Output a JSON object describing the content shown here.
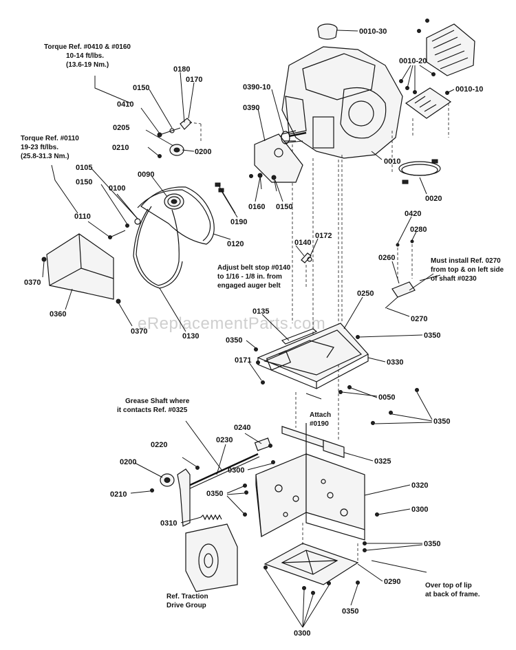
{
  "watermark": "eReplacementParts.com",
  "notes": {
    "torque_0410_line1": "Torque Ref. #0410 & #0160",
    "torque_0410_line2": "10-14 ft/lbs.",
    "torque_0410_line3": "(13.6-19 Nm.)",
    "torque_0110_line1": "Torque Ref. #0110",
    "torque_0110_line2": "19-23 ft/lbs.",
    "torque_0110_line3": "(25.8-31.3 Nm.)",
    "belt_stop_line1": "Adjust belt stop #0140",
    "belt_stop_line2": "to 1/16 - 1/8 in. from",
    "belt_stop_line3": "engaged auger belt",
    "must_install_line1": "Must install Ref. 0270",
    "must_install_line2": "from top & on left side",
    "must_install_line3": "of shaft #0230",
    "attach_line1": "Attach",
    "attach_line2": "#0190",
    "grease_line1": "Grease Shaft where",
    "grease_line2": "it contacts Ref. #0325",
    "traction_line1": "Ref. Traction",
    "traction_line2": "Drive Group",
    "over_lip_line1": "Over top of lip",
    "over_lip_line2": "at back of frame."
  },
  "labels": {
    "p0010_30": "0010-30",
    "p0010_20": "0010-20",
    "p0010_10": "0010-10",
    "p0010": "0010",
    "p0020": "0020",
    "p0410": "0410",
    "p0150a": "0150",
    "p0180": "0180",
    "p0170": "0170",
    "p0390_10": "0390-10",
    "p0390": "0390",
    "p0205": "0205",
    "p0210a": "0210",
    "p0200a": "0200",
    "p0105": "0105",
    "p0150b": "0150",
    "p0100": "0100",
    "p0090": "0090",
    "p0110": "0110",
    "p0160": "0160",
    "p0150c": "0150",
    "p0190": "0190",
    "p0120": "0120",
    "p0140": "0140",
    "p0172": "0172",
    "p0420": "0420",
    "p0280": "0280",
    "p0260": "0260",
    "p0370a": "0370",
    "p0360": "0360",
    "p0130": "0130",
    "p0370b": "0370",
    "p0135": "0135",
    "p0250": "0250",
    "p0270": "0270",
    "p0350a": "0350",
    "p0350b": "0350",
    "p0171": "0171",
    "p0330": "0330",
    "p0050": "0050",
    "p0350c": "0350",
    "p0240": "0240",
    "p0230": "0230",
    "p0220": "0220",
    "p0325": "0325",
    "p0300a": "0300",
    "p0200b": "0200",
    "p0350d": "0350",
    "p0210b": "0210",
    "p0320": "0320",
    "p0300b": "0300",
    "p0310": "0310",
    "p0350e": "0350",
    "p0290": "0290",
    "p0350f": "0350",
    "p0300c": "0300"
  }
}
